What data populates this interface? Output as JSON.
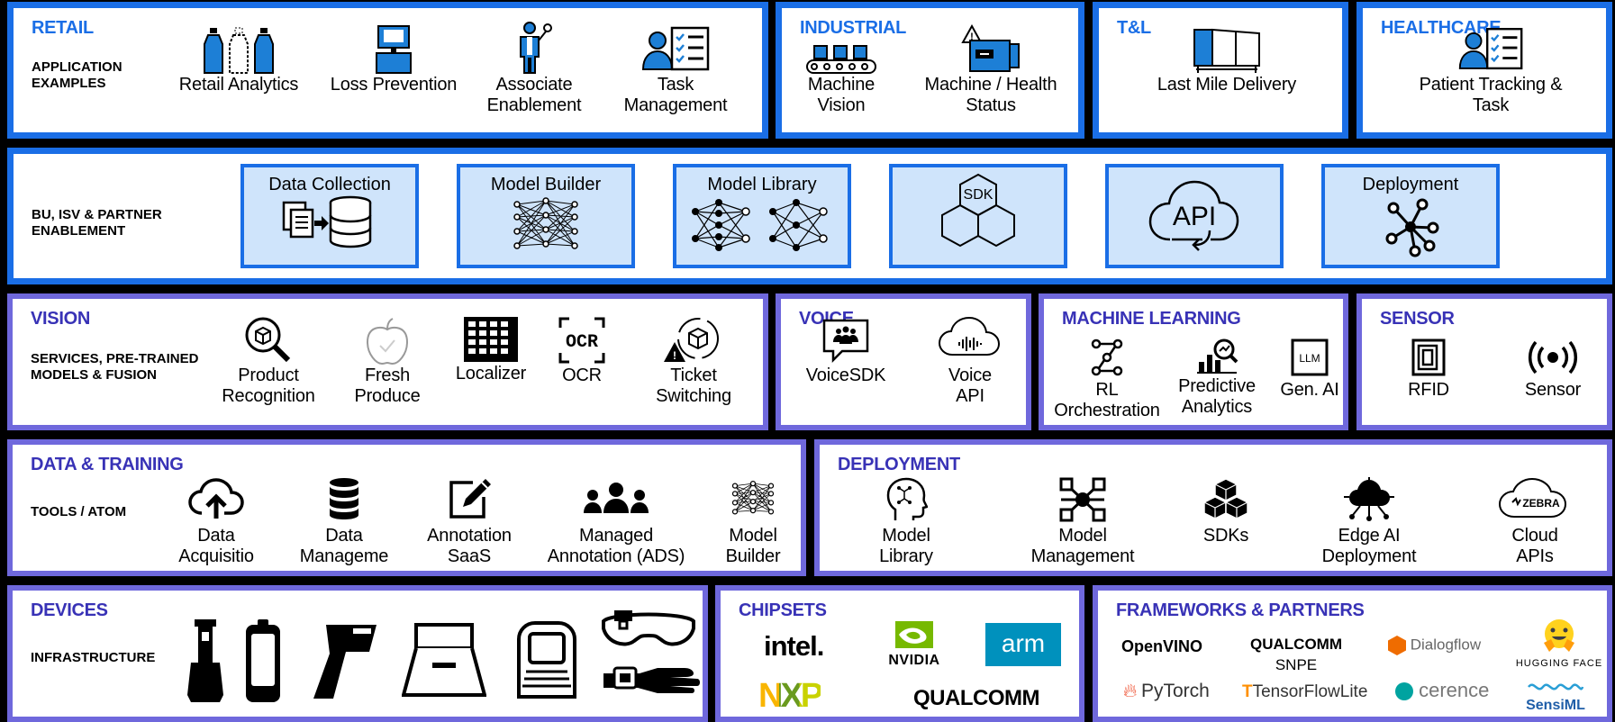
{
  "retail": {
    "title": "RETAIL",
    "sub1": "APPLICATION",
    "sub2": "EXAMPLES",
    "items": [
      {
        "l1": "Retail Analytics",
        "l2": ""
      },
      {
        "l1": "Loss Prevention",
        "l2": ""
      },
      {
        "l1": "Associate",
        "l2": "Enablement"
      },
      {
        "l1": "Task",
        "l2": "Management"
      }
    ]
  },
  "industrial": {
    "title": "INDUSTRIAL",
    "items": [
      {
        "l1": "Machine",
        "l2": "Vision"
      },
      {
        "l1": "Machine / Health",
        "l2": "Status"
      }
    ]
  },
  "tl": {
    "title": "T&L",
    "items": [
      {
        "l1": "Last Mile Delivery",
        "l2": ""
      }
    ]
  },
  "healthcare": {
    "title": "HEALTHCARE",
    "items": [
      {
        "l1": "Patient Tracking &",
        "l2": "Task"
      }
    ]
  },
  "bu": {
    "sub1": "BU, ISV & PARTNER",
    "sub2": "ENABLEMENT",
    "boxes": [
      {
        "label": "Data Collection"
      },
      {
        "label": "Model Builder"
      },
      {
        "label": "Model Library"
      },
      {
        "label": "SDK"
      },
      {
        "label": "API"
      },
      {
        "label": "Deployment"
      }
    ]
  },
  "vision": {
    "title": "VISION",
    "sub1": "SERVICES, PRE-TRAINED",
    "sub2": "MODELS & FUSION",
    "items": [
      {
        "l1": "Product",
        "l2": "Recognition"
      },
      {
        "l1": "Fresh",
        "l2": "Produce"
      },
      {
        "l1": "Localizer",
        "l2": ""
      },
      {
        "l1": "OCR",
        "l2": ""
      },
      {
        "l1": "Ticket",
        "l2": "Switching"
      }
    ],
    "ocr_glyph": "OCR"
  },
  "voice": {
    "title": "VOICE",
    "items": [
      {
        "l1": "VoiceSDK",
        "l2": ""
      },
      {
        "l1": "Voice",
        "l2": "API"
      }
    ]
  },
  "ml": {
    "title": "MACHINE LEARNING",
    "items": [
      {
        "l1": "RL",
        "l2": "Orchestration"
      },
      {
        "l1": "Predictive",
        "l2": "Analytics"
      },
      {
        "l1": "Gen. AI",
        "l2": ""
      }
    ],
    "llm_glyph": "LLM"
  },
  "sensor": {
    "title": "SENSOR",
    "items": [
      {
        "l1": "RFID",
        "l2": ""
      },
      {
        "l1": "Sensor",
        "l2": ""
      }
    ]
  },
  "data_training": {
    "title": "DATA & TRAINING",
    "sub1": "TOOLS / ATOM",
    "items": [
      {
        "l1": "Data",
        "l2": "Acquisitio"
      },
      {
        "l1": "Data",
        "l2": "Manageme"
      },
      {
        "l1": "Annotation",
        "l2": "SaaS"
      },
      {
        "l1": "Managed",
        "l2": "Annotation (ADS)"
      },
      {
        "l1": "Model",
        "l2": "Builder"
      }
    ]
  },
  "deployment": {
    "title": "DEPLOYMENT",
    "items": [
      {
        "l1": "Model",
        "l2": "Library"
      },
      {
        "l1": "Model",
        "l2": "Management"
      },
      {
        "l1": "SDKs",
        "l2": ""
      },
      {
        "l1": "Edge AI",
        "l2": "Deployment"
      },
      {
        "l1": "Cloud",
        "l2": "APIs"
      }
    ],
    "zebra": "ZEBRA"
  },
  "devices": {
    "title": "DEVICES",
    "sub1": "INFRASTRUCTURE"
  },
  "chipsets": {
    "title": "CHIPSETS",
    "logos": [
      "intel.",
      "NVIDIA",
      "arm",
      "NXP",
      "QUALCOMM"
    ]
  },
  "frameworks": {
    "title": "FRAMEWORKS & PARTNERS",
    "logos": [
      "OpenVINO",
      "QUALCOMM",
      "SNPE",
      "Dialogflow",
      "HUGGING FACE",
      "PyTorch",
      "TensorFlowLite",
      "cerence",
      "SensiML"
    ]
  },
  "colors": {
    "blue_border": "#1a6ee6",
    "purple_border": "#6f68dc",
    "blue_title": "#1a6ee6",
    "purple_title": "#3832b6",
    "box_fill": "#cfe4fb"
  }
}
